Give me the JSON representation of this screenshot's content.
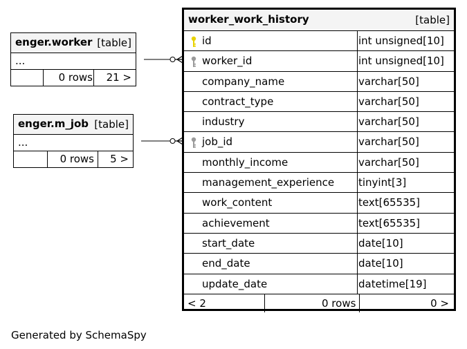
{
  "main_table": {
    "name": "worker_work_history",
    "kind": "[table]",
    "columns": [
      {
        "name": "id",
        "type": "int unsigned[10]",
        "key": "primary"
      },
      {
        "name": "worker_id",
        "type": "int unsigned[10]",
        "key": "foreign"
      },
      {
        "name": "company_name",
        "type": "varchar[50]",
        "key": ""
      },
      {
        "name": "contract_type",
        "type": "varchar[50]",
        "key": ""
      },
      {
        "name": "industry",
        "type": "varchar[50]",
        "key": ""
      },
      {
        "name": "job_id",
        "type": "varchar[50]",
        "key": "foreign"
      },
      {
        "name": "monthly_income",
        "type": "varchar[50]",
        "key": ""
      },
      {
        "name": "management_experience",
        "type": "tinyint[3]",
        "key": ""
      },
      {
        "name": "work_content",
        "type": "text[65535]",
        "key": ""
      },
      {
        "name": "achievement",
        "type": "text[65535]",
        "key": ""
      },
      {
        "name": "start_date",
        "type": "date[10]",
        "key": ""
      },
      {
        "name": "end_date",
        "type": "date[10]",
        "key": ""
      },
      {
        "name": "update_date",
        "type": "datetime[19]",
        "key": ""
      }
    ],
    "footer": {
      "parents": "< 2",
      "rows": "0 rows",
      "children": "0 >"
    }
  },
  "ref_tables": [
    {
      "name": "enger.worker",
      "kind": "[table]",
      "ellipsis": "...",
      "rows": "0 rows",
      "children": "21 >"
    },
    {
      "name": "enger.m_job",
      "kind": "[table]",
      "ellipsis": "...",
      "rows": "0 rows",
      "children": "5 >"
    }
  ],
  "generated_by": "Generated by SchemaSpy",
  "colors": {
    "primary_key": "#e8d200",
    "foreign_key": "#9a9a9a",
    "header_bg": "#f4f4f4"
  }
}
